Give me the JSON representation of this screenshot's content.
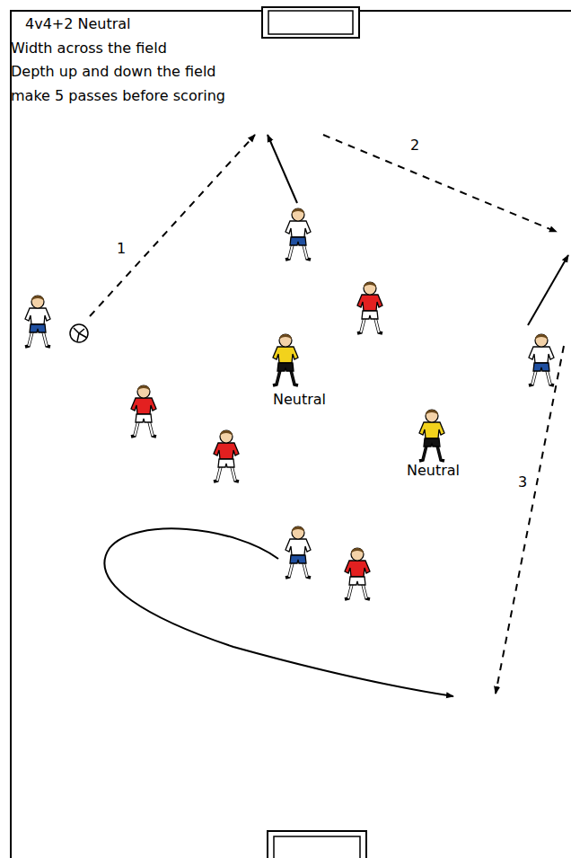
{
  "diagram": {
    "title": "4v4+2 Neutral",
    "labels": [
      "Width across the field",
      "Depth up and down the field",
      "make 5 passes before scoring",
      "1",
      "2",
      "3",
      "Neutral",
      "Neutral"
    ]
  }
}
